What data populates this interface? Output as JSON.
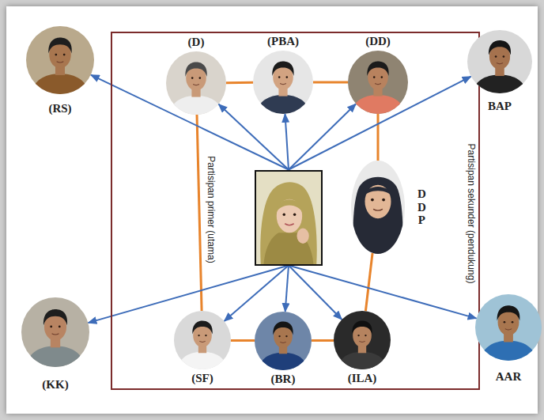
{
  "diagram": {
    "nodes": [
      {
        "text": [
          "(RS)"
        ]
      },
      {
        "text": [
          "Partisipan primer (utama)",
          "Partisipan sekunder (pendukung)"
        ]
      },
      {
        "text": [
          "(D)"
        ],
        "in": 1
      },
      {
        "text": [
          "(PBA)"
        ],
        "in": 1
      },
      {
        "text": [
          "(DD)"
        ],
        "in": 1
      },
      {
        "text": [
          "BAP"
        ]
      },
      {
        "text": [],
        "in": 1
      },
      {
        "text": [
          "D D P"
        ],
        "in": 1
      },
      {
        "text": [
          "(KK)"
        ]
      },
      {
        "text": [
          "(SF)"
        ],
        "in": 1
      },
      {
        "text": [
          "(BR)"
        ],
        "in": 1
      },
      {
        "text": [
          "(ILA)"
        ],
        "in": 1
      },
      {
        "text": [
          "AAR"
        ]
      }
    ],
    "edges": [
      {
        "from": 2,
        "to": 3,
        "arrow": "none"
      },
      {
        "from": 3,
        "to": 4,
        "arrow": "none"
      },
      {
        "from": 4,
        "to": 7,
        "arrow": "none"
      },
      {
        "from": 7,
        "to": 11,
        "arrow": "none"
      },
      {
        "from": 11,
        "to": 10,
        "arrow": "none"
      },
      {
        "from": 10,
        "to": 9,
        "arrow": "none"
      },
      {
        "from": 9,
        "to": 2,
        "arrow": "none"
      },
      {
        "from": 6,
        "to": 0,
        "arrow": "to"
      },
      {
        "from": 6,
        "to": 2,
        "arrow": "to"
      },
      {
        "from": 6,
        "to": 3,
        "arrow": "to"
      },
      {
        "from": 6,
        "to": 4,
        "arrow": "to"
      },
      {
        "from": 6,
        "to": 5,
        "arrow": "to"
      },
      {
        "from": 6,
        "to": 8,
        "arrow": "to"
      },
      {
        "from": 6,
        "to": 9,
        "arrow": "to"
      },
      {
        "from": 6,
        "to": 10,
        "arrow": "to"
      },
      {
        "from": 6,
        "to": 11,
        "arrow": "to"
      },
      {
        "from": 6,
        "to": 12,
        "arrow": "to"
      }
    ]
  }
}
